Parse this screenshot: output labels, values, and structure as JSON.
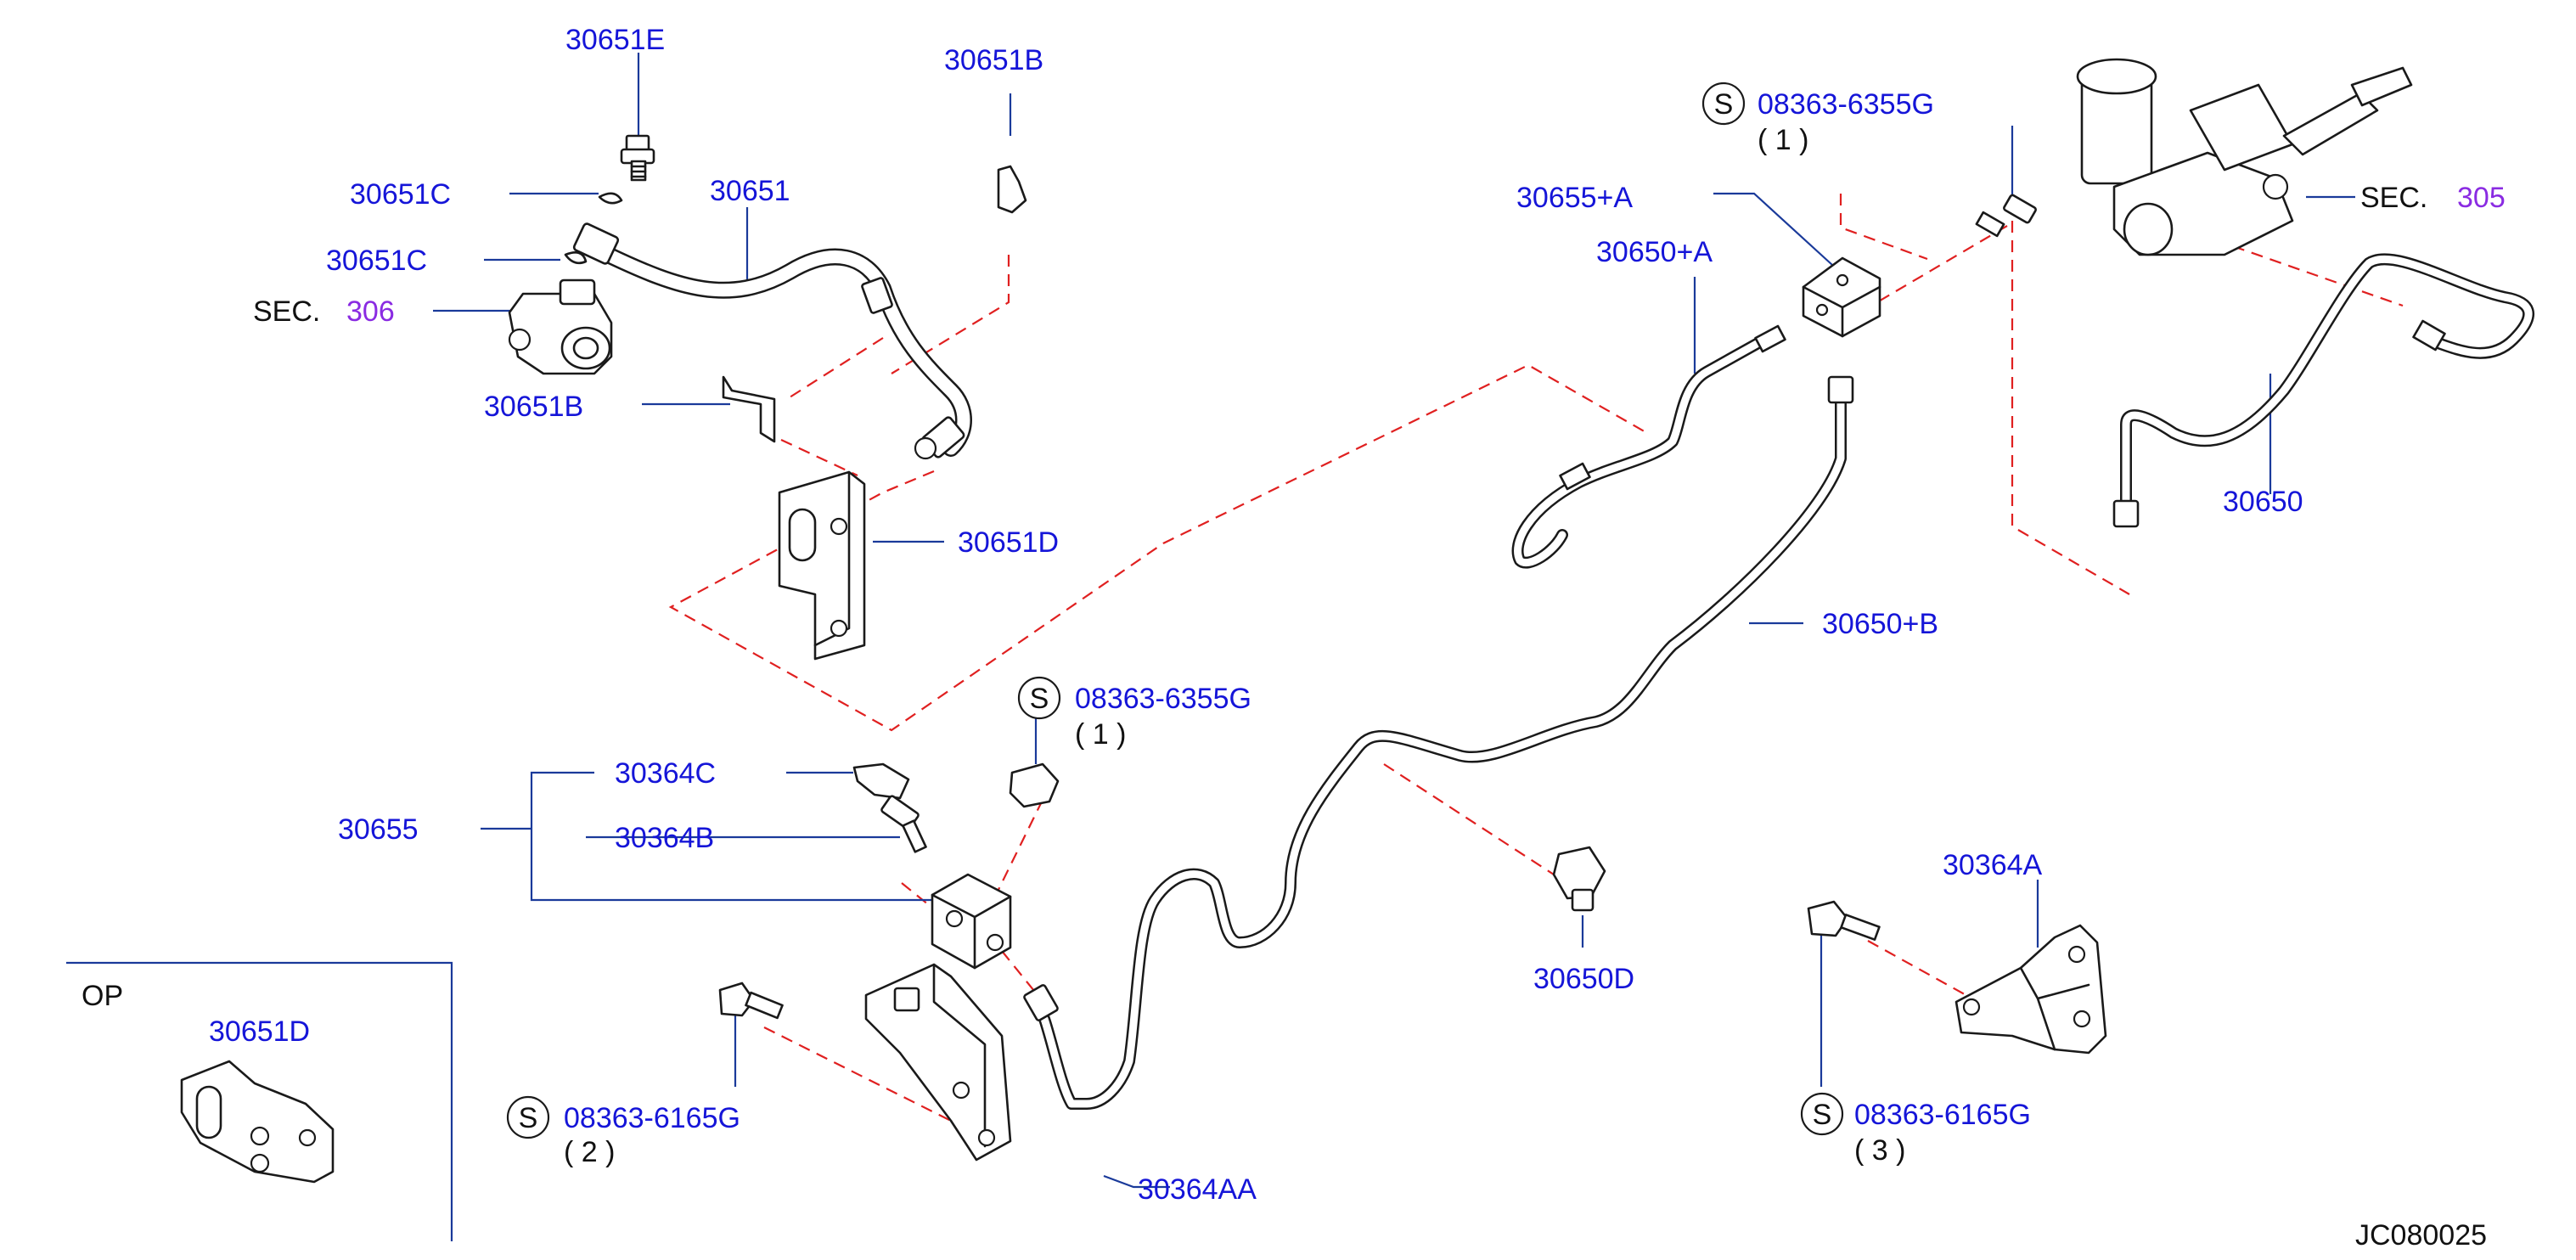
{
  "diagram_code": "JC080025",
  "labels": {
    "p30651E": "30651E",
    "p30651B_top": "30651B",
    "p30651C_a": "30651C",
    "p30651": "30651",
    "p30651C_b": "30651C",
    "sec306_prefix": "SEC.",
    "sec306_num": "306",
    "p30651B_mid": "30651B",
    "p30651D": "30651D",
    "s_top_num": "08363-6355G",
    "s_top_qty": "( 1 )",
    "p30655A": "30655+A",
    "p30650A": "30650+A",
    "sec305_prefix": "SEC.",
    "sec305_num": "305",
    "p30650": "30650",
    "p30650B": "30650+B",
    "s_mid_num": "08363-6355G",
    "s_mid_qty": "( 1 )",
    "p30364C": "30364C",
    "p30655": "30655",
    "p30364B": "30364B",
    "p30650D": "30650D",
    "p30364A": "30364A",
    "op": "OP",
    "p30651D_op": "30651D",
    "s_left_num": "08363-6165G",
    "s_left_qty": "( 2 )",
    "s_right_num": "08363-6165G",
    "s_right_qty": "( 3 )",
    "p30364AA": "30364AA",
    "s_mark": "S"
  },
  "colors": {
    "part_number_text": "#1515d8",
    "section_ref_text": "#8a2be2",
    "leader_line": "#1a3a9a",
    "dashed_guide": "#e02020",
    "part_outline": "#1a1a1a"
  }
}
